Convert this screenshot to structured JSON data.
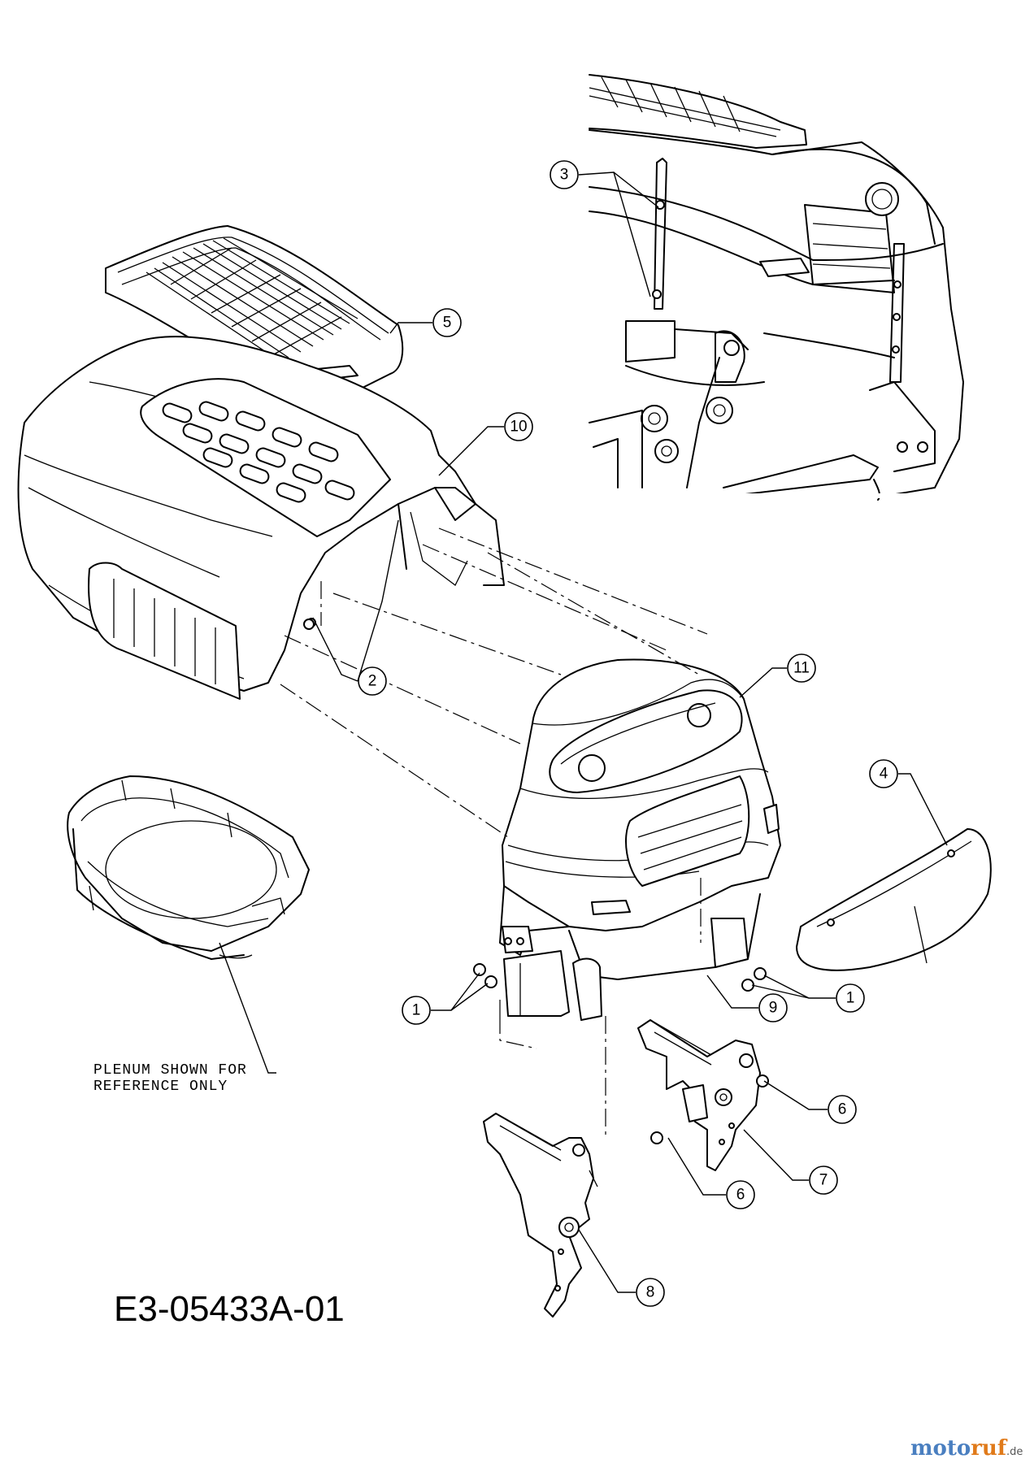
{
  "diagram": {
    "callouts": [
      {
        "id": "c5",
        "label": "5"
      },
      {
        "id": "c10",
        "label": "10"
      },
      {
        "id": "c2",
        "label": "2"
      },
      {
        "id": "c3",
        "label": "3"
      },
      {
        "id": "c11",
        "label": "11"
      },
      {
        "id": "c4",
        "label": "4"
      },
      {
        "id": "c1a",
        "label": "1"
      },
      {
        "id": "c1b",
        "label": "1"
      },
      {
        "id": "c9",
        "label": "9"
      },
      {
        "id": "c6a",
        "label": "6"
      },
      {
        "id": "c6b",
        "label": "6"
      },
      {
        "id": "c7",
        "label": "7"
      },
      {
        "id": "c8",
        "label": "8"
      }
    ],
    "note_line1": "PLENUM SHOWN FOR",
    "note_line2": "REFERENCE ONLY",
    "drawing_code": "E3-05433A-01"
  },
  "watermark": {
    "part1": "moto",
    "part2": "ruf",
    "suffix": ".de"
  }
}
